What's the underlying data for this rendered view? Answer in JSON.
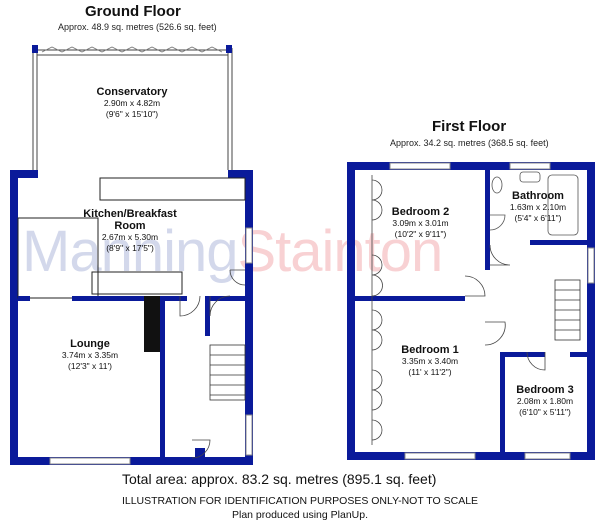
{
  "ground_floor": {
    "title": "Ground Floor",
    "area": "Approx.  48.9 sq. metres (526.6 sq. feet)",
    "rooms": {
      "conservatory": {
        "name": "Conservatory",
        "metric": "2.90m x 4.82m",
        "imperial": "(9'6\" x 15'10\")"
      },
      "kitchen": {
        "name_line1": "Kitchen/Breakfast",
        "name_line2": "Room",
        "metric": "2.67m x 5.30m",
        "imperial": "(8'9\" x 17'5\")"
      },
      "lounge": {
        "name": "Lounge",
        "metric": "3.74m x 3.35m",
        "imperial": "(12'3\" x 11')"
      }
    }
  },
  "first_floor": {
    "title": "First Floor",
    "area": "Approx.  34.2 sq. metres (368.5 sq. feet)",
    "rooms": {
      "bedroom2": {
        "name": "Bedroom 2",
        "metric": "3.09m x 3.01m",
        "imperial": "(10'2\" x 9'11\")"
      },
      "bathroom": {
        "name": "Bathroom",
        "metric": "1.63m x 2.10m",
        "imperial": "(5'4\" x 6'11\")"
      },
      "bedroom1": {
        "name": "Bedroom 1",
        "metric": "3.35m x 3.40m",
        "imperial": "(11' x 11'2\")"
      },
      "bedroom3": {
        "name": "Bedroom 3",
        "metric": "2.08m x 1.80m",
        "imperial": "(6'10\" x 5'11\")"
      }
    }
  },
  "watermark": {
    "part1": "Manning",
    "part2": "Stainton"
  },
  "footer": {
    "total": "Total area: approx.  83.2 sq. metres (895.1 sq. feet)",
    "disclaimer": "ILLUSTRATION FOR IDENTIFICATION PURPOSES ONLY-NOT TO SCALE",
    "credit": "Plan produced using PlanUp."
  },
  "colors": {
    "wall": "#0a1a9a",
    "window": "#c8c8c8",
    "fixture": "#555555"
  }
}
